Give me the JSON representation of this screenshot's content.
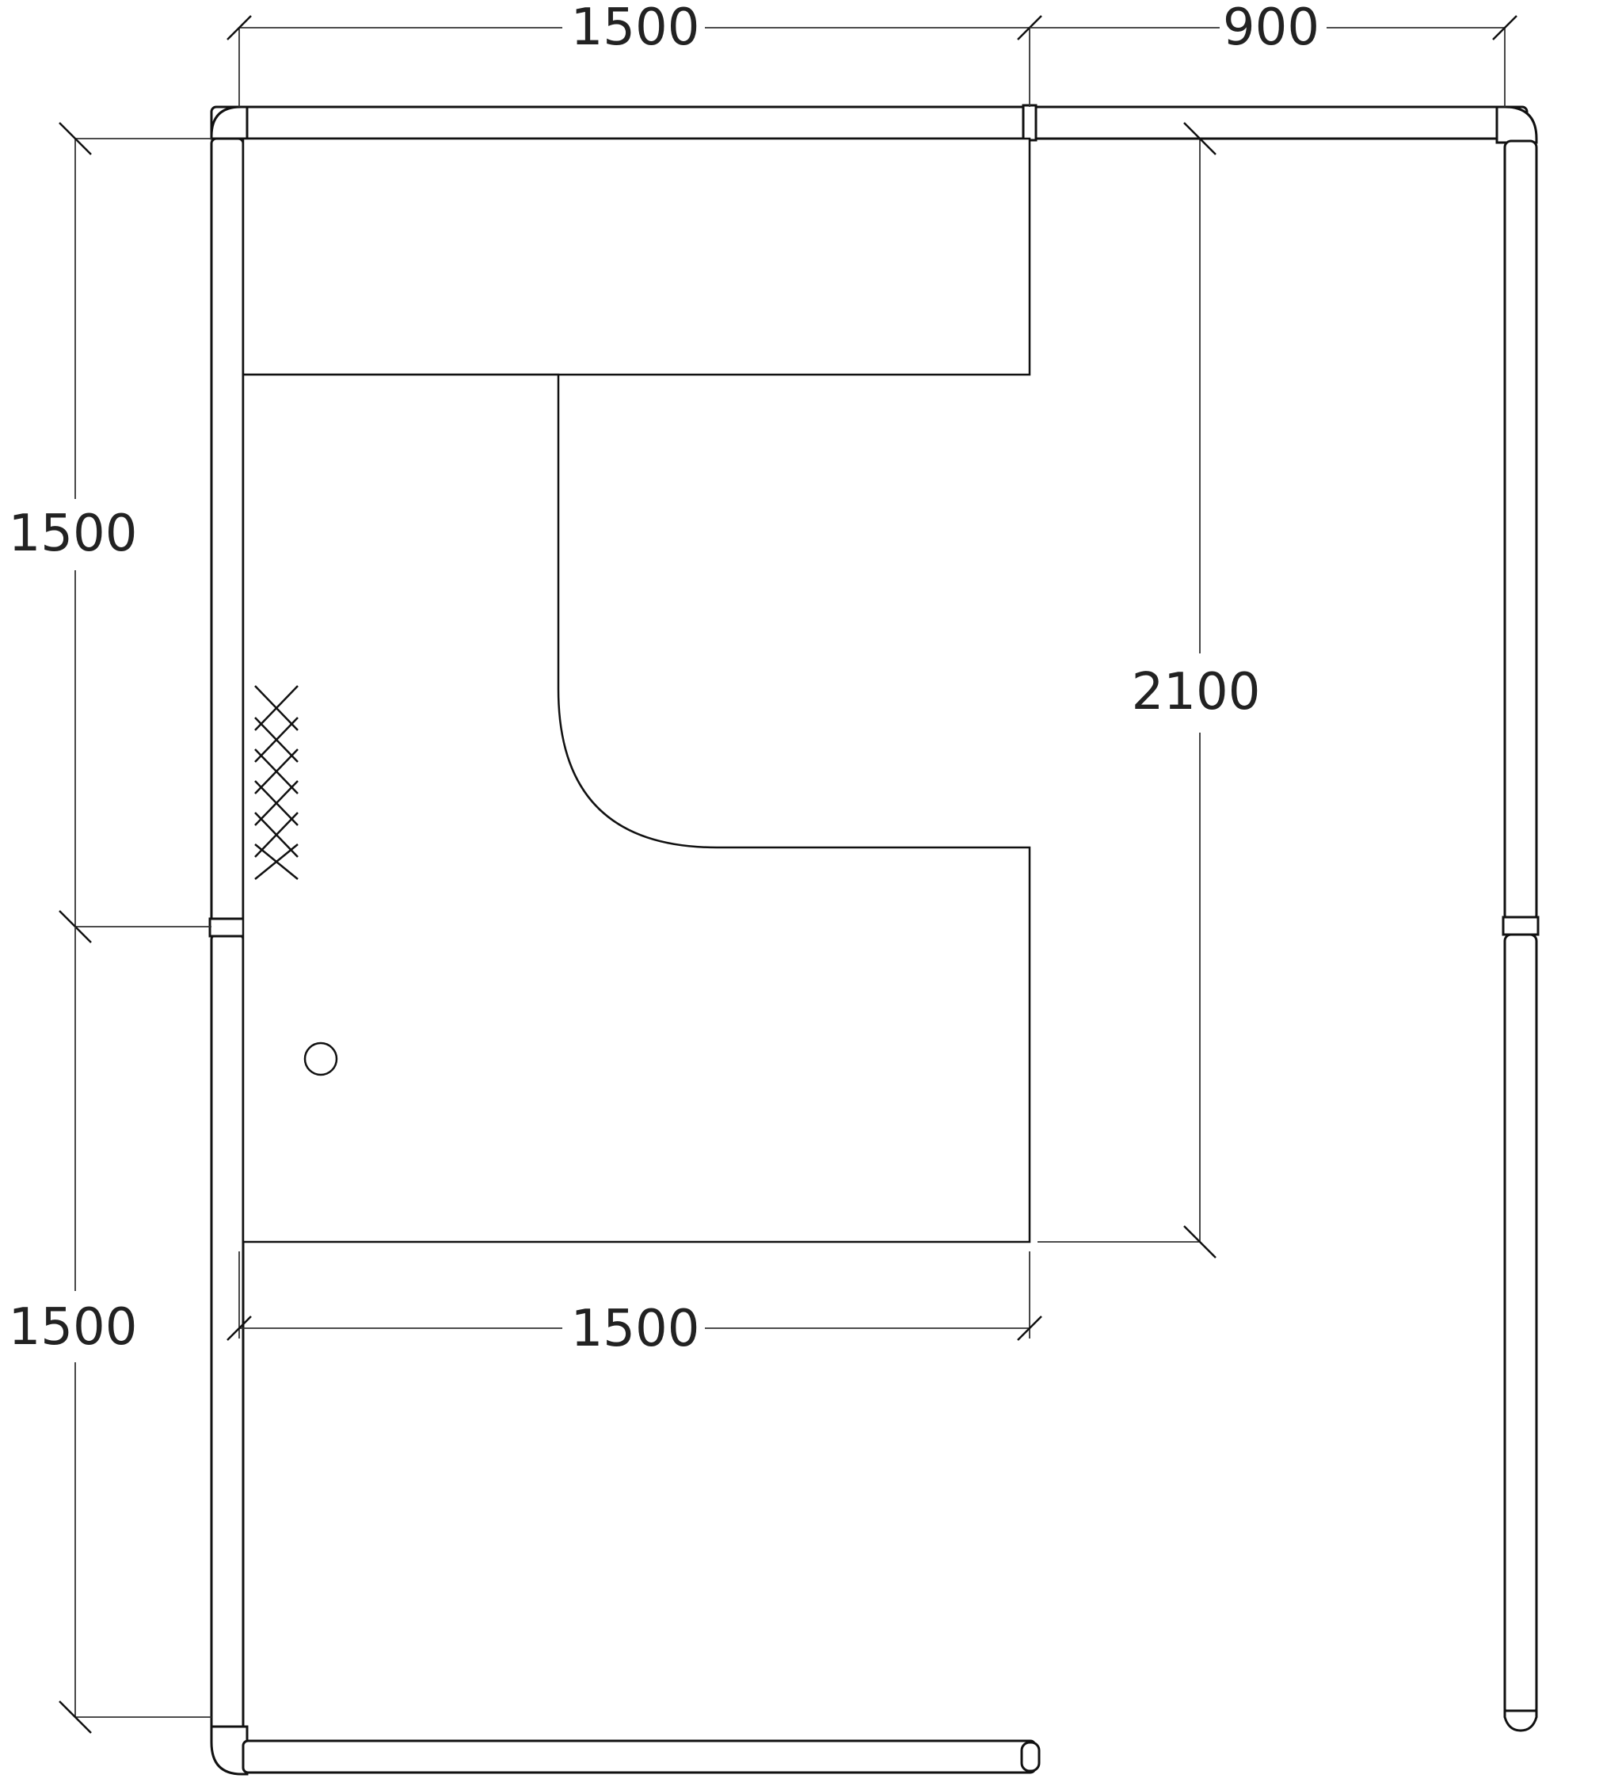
{
  "dimensions": {
    "top_left_width": "1500",
    "top_right_width": "900",
    "left_upper_height": "1500",
    "left_lower_height": "1500",
    "right_depth": "2100",
    "desk_width": "1500"
  },
  "colors": {
    "line": "#111111",
    "background": "#ffffff"
  }
}
